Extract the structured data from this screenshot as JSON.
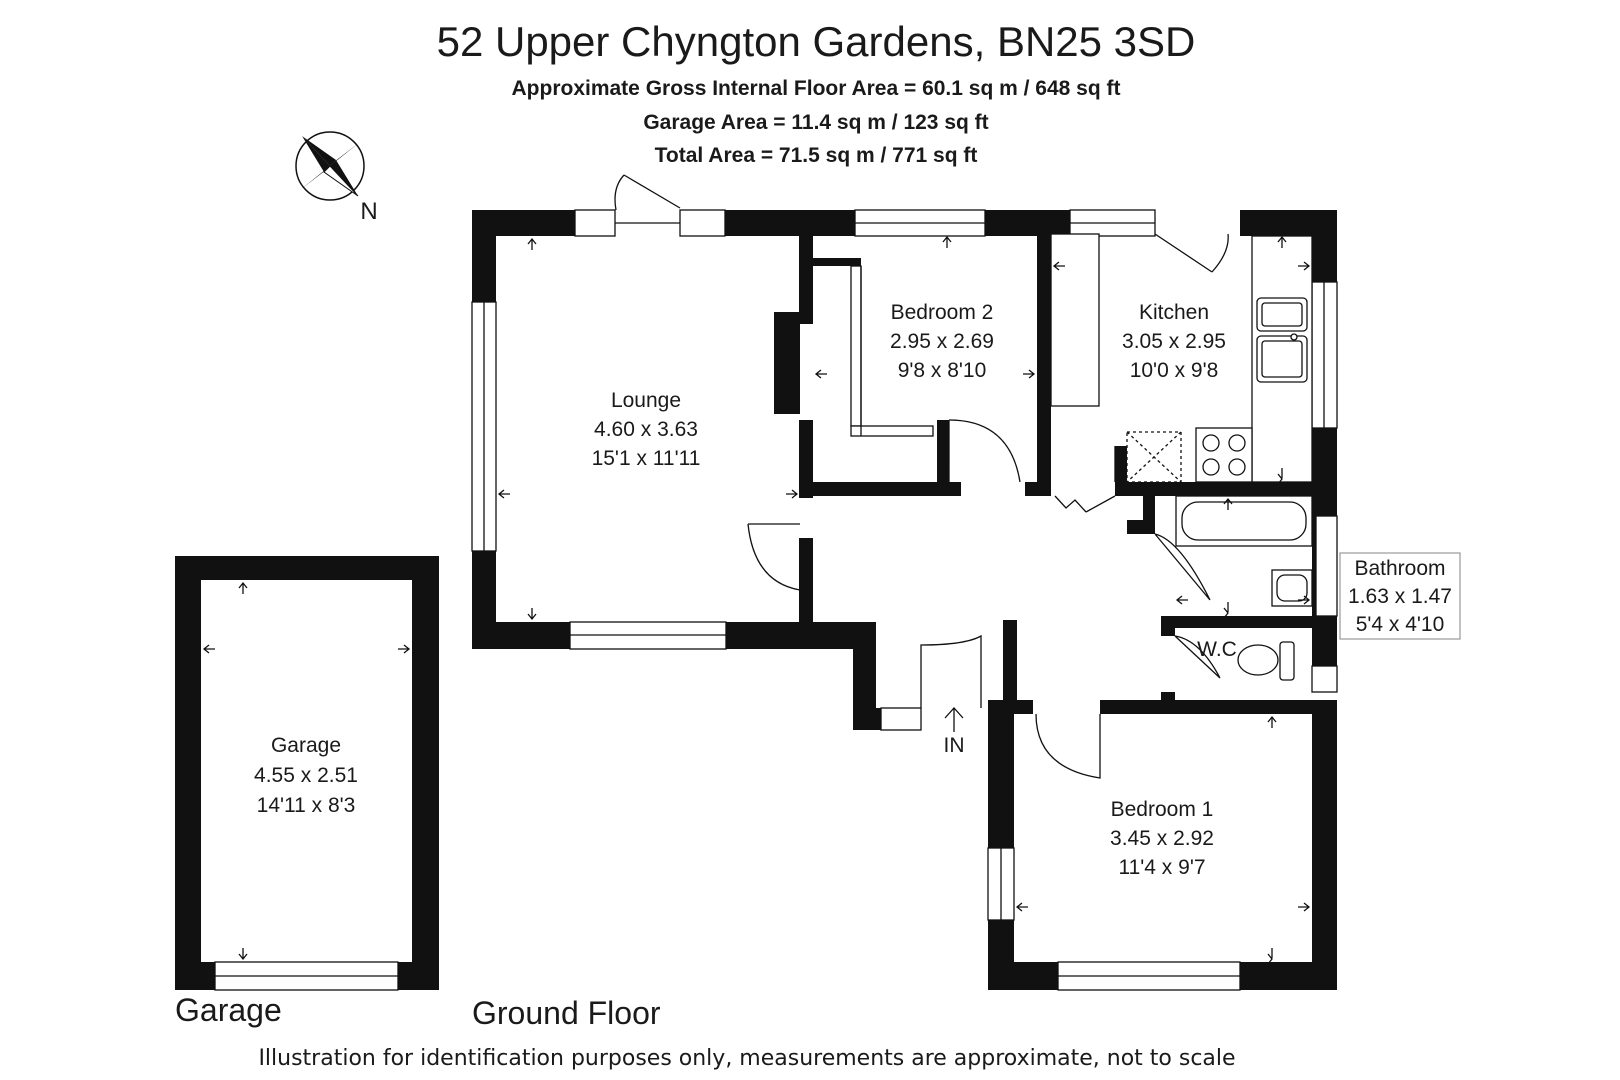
{
  "title": "52 Upper Chyngton Gardens, BN25 3SD",
  "areas": {
    "gross_internal": "Approximate Gross Internal Floor Area = 60.1 sq m / 648 sq ft",
    "garage": "Garage Area = 11.4 sq m / 123 sq ft",
    "total": "Total Area = 71.5 sq m / 771 sq ft"
  },
  "compass": {
    "label": "N",
    "icon": "compass-rose-icon"
  },
  "rooms": {
    "lounge": {
      "name": "Lounge",
      "metric": "4.60 x 3.63",
      "imperial": "15'1 x 11'11"
    },
    "bedroom2": {
      "name": "Bedroom 2",
      "metric": "2.95 x 2.69",
      "imperial": "9'8 x 8'10"
    },
    "kitchen": {
      "name": "Kitchen",
      "metric": "3.05 x 2.95",
      "imperial": "10'0 x 9'8"
    },
    "bathroom": {
      "name": "Bathroom",
      "metric": "1.63 x 1.47",
      "imperial": "5'4 x 4'10"
    },
    "wc": {
      "name": "W.C"
    },
    "bedroom1": {
      "name": "Bedroom 1",
      "metric": "3.45 x 2.92",
      "imperial": "11'4 x 9'7"
    },
    "garage": {
      "name": "Garage",
      "metric": "4.55 x 2.51",
      "imperial": "14'11 x 8'3"
    }
  },
  "entrance": "IN",
  "floor_labels": {
    "garage": "Garage",
    "ground": "Ground Floor"
  },
  "disclaimer": "Illustration for identification purposes only, measurements are approximate, not to scale",
  "colors": {
    "wall": "#111111",
    "background": "#ffffff"
  }
}
